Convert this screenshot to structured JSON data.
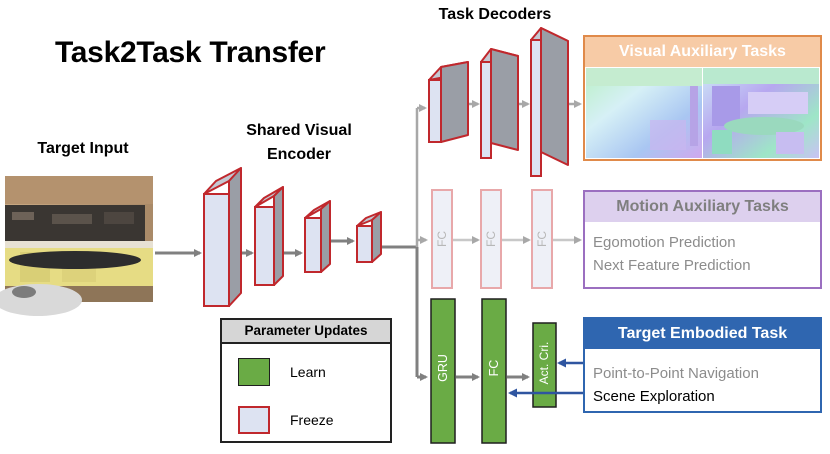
{
  "title": "Task2Task Transfer",
  "labels": {
    "target_input": "Target Input",
    "shared_encoder_line1": "Shared Visual",
    "shared_encoder_line2": "Encoder",
    "task_decoders": "Task Decoders"
  },
  "layer_labels": {
    "fc": "FC",
    "gru": "GRU",
    "actor_critic": "Act. Cri."
  },
  "visual_tasks": {
    "title": "Visual Auxiliary Tasks"
  },
  "motion_tasks": {
    "title": "Motion Auxiliary Tasks",
    "items": [
      "Egomotion Prediction",
      "Next Feature Prediction"
    ]
  },
  "target_task": {
    "title": "Target Embodied Task",
    "items": [
      "Point-to-Point Navigation",
      "Scene Exploration"
    ]
  },
  "legend": {
    "title": "Parameter Updates",
    "learn": "Learn",
    "freeze": "Freeze"
  },
  "colors": {
    "freeze_fill": "#dde3f2",
    "freeze_border": "#c0282d",
    "learn_fill": "#6aab45",
    "learn_border": "#1f1f1f",
    "frozen_gray": "#9a9ea6",
    "visual_box": "#e08a4a",
    "visual_head": "#f7cba6",
    "motion_box": "#9b6fc0",
    "motion_head": "#ddd0ee",
    "target_box": "#2f66b0",
    "target_head": "#2f66b0",
    "gray_arrow": "#808080",
    "blue_arrow": "#2f55a0"
  }
}
